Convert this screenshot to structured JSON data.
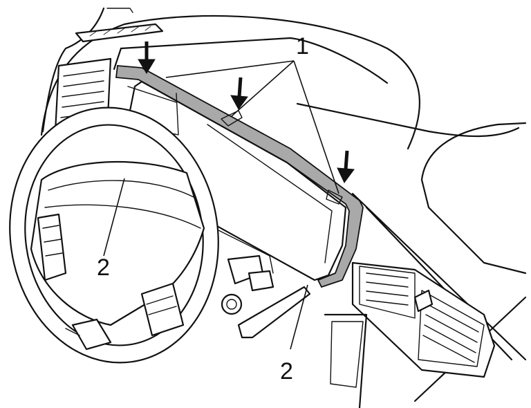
{
  "labels": {
    "callout_1": "1",
    "callout_2_left": "2",
    "callout_2_right": "2"
  }
}
